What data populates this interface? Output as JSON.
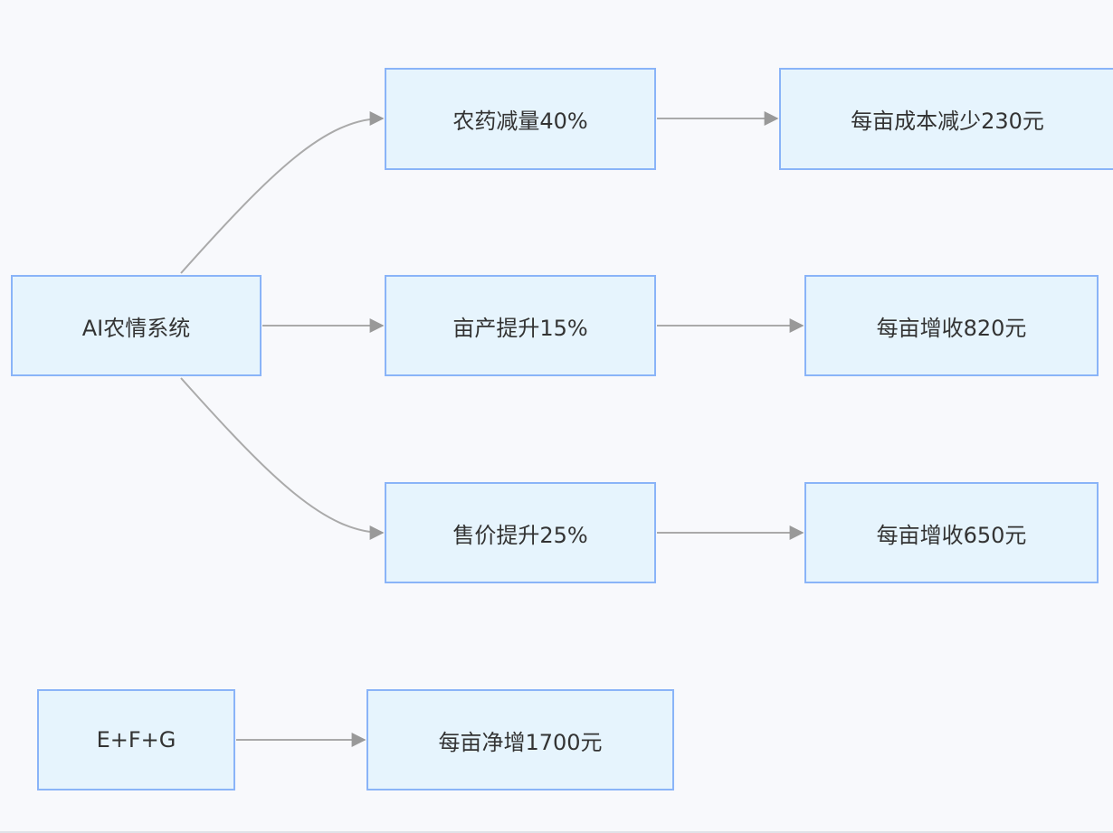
{
  "nodes": {
    "a": "AI农情系统",
    "b": "农药减量40%",
    "c": "亩产提升15%",
    "d": "售价提升25%",
    "e": "每亩成本减少230元",
    "f": "每亩增收820元",
    "g": "每亩增收650元",
    "h": "E+F+G",
    "i": "每亩净增1700元"
  },
  "edges": [
    {
      "from": "a",
      "to": "b"
    },
    {
      "from": "a",
      "to": "c"
    },
    {
      "from": "a",
      "to": "d"
    },
    {
      "from": "b",
      "to": "e"
    },
    {
      "from": "c",
      "to": "f"
    },
    {
      "from": "d",
      "to": "g"
    },
    {
      "from": "h",
      "to": "i"
    }
  ],
  "colors": {
    "node_fill": "#e6f4fd",
    "node_border": "#8ab4f8",
    "edge": "#aaaaaa",
    "arrowhead": "#999999",
    "background": "#f8f9fc"
  }
}
